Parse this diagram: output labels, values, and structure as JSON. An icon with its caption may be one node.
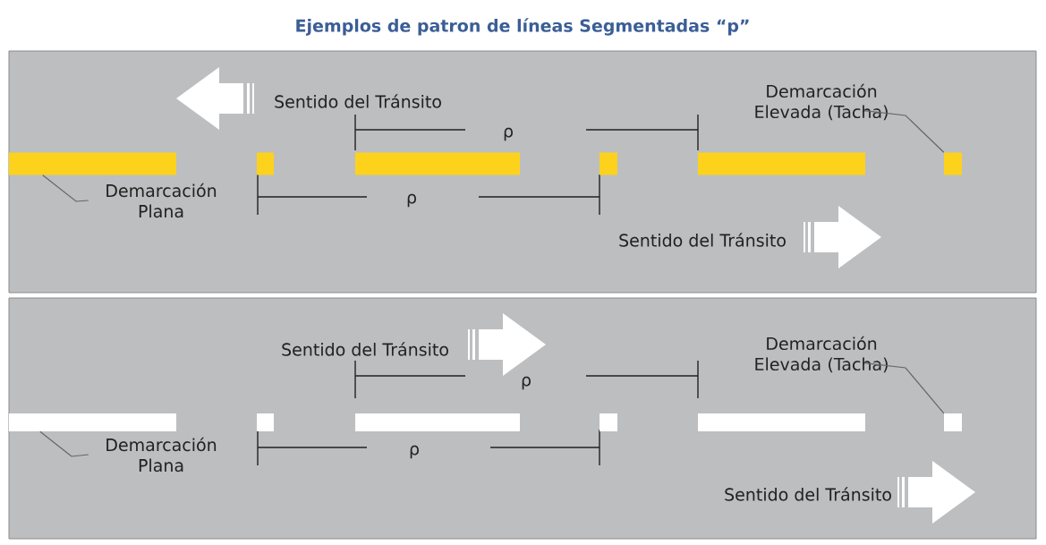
{
  "diagram": {
    "title": "Ejemplos de patron de líneas Segmentadas “p”",
    "nodes": [
      {
        "text": [
          "Demarcación Elevada (Tacha)"
        ]
      },
      {
        "text": [
          "Demarcación Plana"
        ]
      },
      {
        "text": [],
        "shape": "bar"
      },
      {
        "text": [],
        "shape": "bar"
      },
      {
        "text": [],
        "shape": "bar"
      },
      {
        "text": [],
        "shape": "bar"
      },
      {
        "text": [],
        "shape": "bar"
      },
      {
        "text": [],
        "shape": "bar"
      },
      {
        "text": [
          "Demarcación Elevada (Tacha)"
        ]
      },
      {
        "text": [
          "Demarcación Plana"
        ]
      },
      {
        "text": [],
        "shape": "bar"
      },
      {
        "text": [],
        "shape": "bar"
      },
      {
        "text": [],
        "shape": "bar"
      },
      {
        "text": [],
        "shape": "bar"
      },
      {
        "text": [],
        "shape": "bar"
      },
      {
        "text": [],
        "shape": "bar"
      }
    ],
    "edges": [
      {
        "from": 1,
        "to": 2,
        "arrow": "none"
      },
      {
        "from": 0,
        "to": 7,
        "arrow": "none"
      },
      {
        "from": 9,
        "to": 10,
        "arrow": "none"
      },
      {
        "from": 8,
        "to": 15,
        "arrow": "none"
      }
    ],
    "labels": [
      "Sentido del Tránsito",
      "ρ",
      "ρ",
      "Sentido del Tránsito",
      "Sentido del Tránsito",
      "ρ",
      "ρ",
      "Sentido del Tránsito"
    ]
  }
}
